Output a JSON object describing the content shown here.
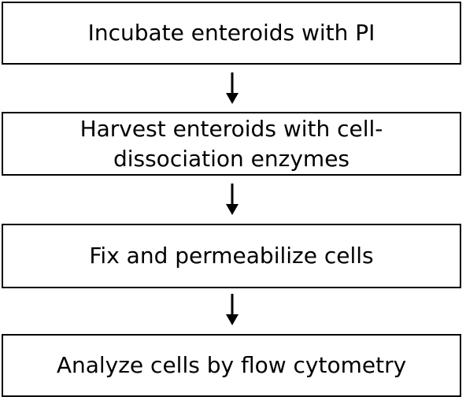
{
  "steps": [
    {
      "label": "Incubate enteroids with PI"
    },
    {
      "label": "Harvest enteroids with cell-dissociation enzymes",
      "line1": "Harvest enteroids with cell-",
      "line2": "dissociation enzymes"
    },
    {
      "label": "Fix and permeabilize cells"
    },
    {
      "label": "Analyze cells by flow cytometry"
    }
  ],
  "colors": {
    "stroke": "#000000",
    "background": "#ffffff"
  }
}
